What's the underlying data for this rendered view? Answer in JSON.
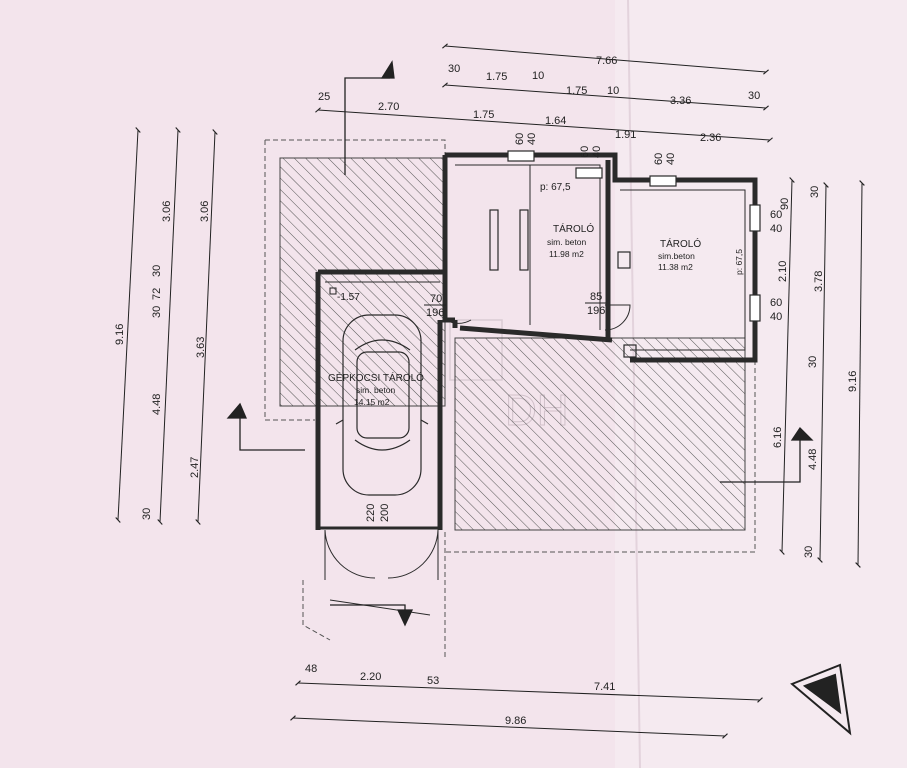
{
  "colors": {
    "paper": "#f3e4ec",
    "ink": "#2a2a2a",
    "hatch": "#555555"
  },
  "rooms": [
    {
      "name": "TÁROLÓ",
      "floor": "sim. beton",
      "area": "11.98 m2",
      "level": "p: 67,5"
    },
    {
      "name": "TÁROLÓ",
      "floor": "sim.beton",
      "area": "11.38 m2",
      "level": "p: 67,5"
    },
    {
      "name": "GÉPKOCSI TÁROLÓ",
      "floor": "sim. beton",
      "area": "14.15 m2",
      "level": "-1.57"
    }
  ],
  "doors": [
    {
      "w": "70",
      "h": "196"
    },
    {
      "w": "85",
      "h": "196"
    }
  ],
  "garage_door": {
    "w": "220",
    "h": "200"
  },
  "windows": [
    {
      "w": "60",
      "h": "40"
    },
    {
      "w": "60",
      "h": "40"
    },
    {
      "w": "60",
      "h": "40"
    },
    {
      "w": "60",
      "h": "40"
    },
    {
      "w": "60",
      "h": "40"
    }
  ],
  "dims_top": {
    "overall": "7.66",
    "row2": [
      "30",
      "1.75",
      "10",
      "1.75",
      "10",
      "3.36",
      "30"
    ],
    "row3": [
      "25",
      "2.70",
      "1.75",
      "1.64",
      "1.91",
      "2.36"
    ]
  },
  "dims_bottom": {
    "row1": [
      "48",
      "2.20",
      "53",
      "7.41"
    ],
    "overall": "9.86"
  },
  "dims_left": {
    "outer": "9.16",
    "mid": [
      "3.06",
      "4.48",
      "30"
    ],
    "inner": [
      "3.06",
      "3.63",
      "2.47"
    ],
    "small": [
      "30",
      "72",
      "30"
    ]
  },
  "dims_right": {
    "inner": [
      "90",
      "2.10",
      "6.16"
    ],
    "mid": [
      "30",
      "3.78",
      "30",
      "4.48",
      "30"
    ],
    "outer": "9.16"
  },
  "watermark": "DH"
}
